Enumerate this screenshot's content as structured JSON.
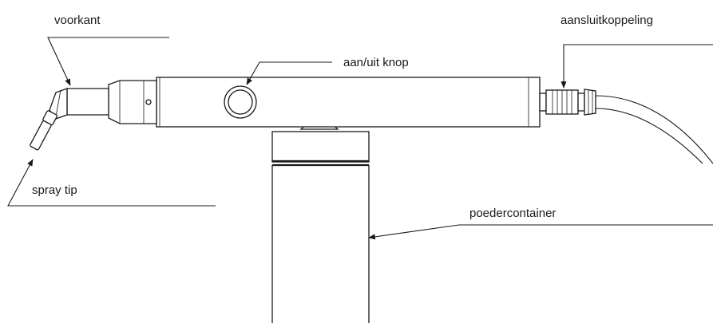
{
  "labels": {
    "voorkant": "voorkant",
    "aan_uit_knop": "aan/uit knop",
    "aansluitkoppeling": "aansluitkoppeling",
    "spray_tip": "spray tip",
    "poedercontainer": "poedercontainer"
  },
  "colors": {
    "line": "#1a1a1a",
    "background": "#ffffff"
  }
}
